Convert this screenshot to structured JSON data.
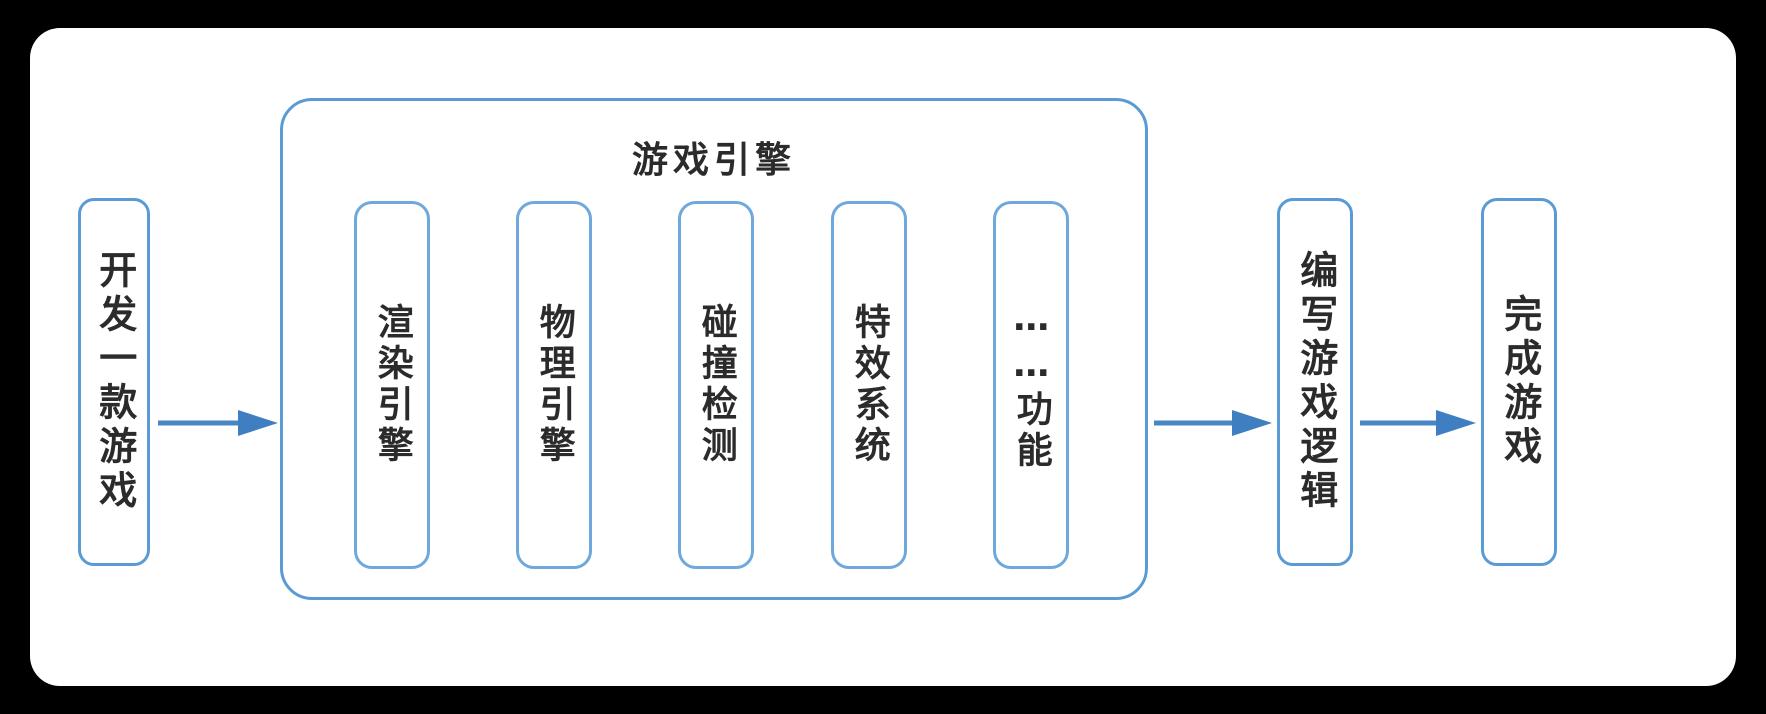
{
  "diagram": {
    "title": "游戏引擎",
    "theme": {
      "background": "#000000",
      "card_background": "#ffffff",
      "box_border": "#5b9bd5",
      "inner_box_border": "#6fa8dc",
      "arrow_color": "#4a86c5",
      "text_color": "#2b2b2b"
    },
    "nodes": {
      "start": {
        "label": "开发一款游戏"
      },
      "logic": {
        "label": "编写游戏逻辑"
      },
      "done": {
        "label": "完成游戏"
      }
    },
    "engine": {
      "title": "游戏引擎",
      "items": [
        {
          "label": "渲染引擎"
        },
        {
          "label": "物理引擎"
        },
        {
          "label": "碰撞检测"
        },
        {
          "label": "特效系统"
        },
        {
          "label": "……功能"
        }
      ]
    },
    "arrows": [
      {
        "name": "start-to-engine",
        "direction": "right"
      },
      {
        "name": "engine-to-logic",
        "direction": "right"
      },
      {
        "name": "logic-to-done",
        "direction": "right"
      }
    ]
  }
}
